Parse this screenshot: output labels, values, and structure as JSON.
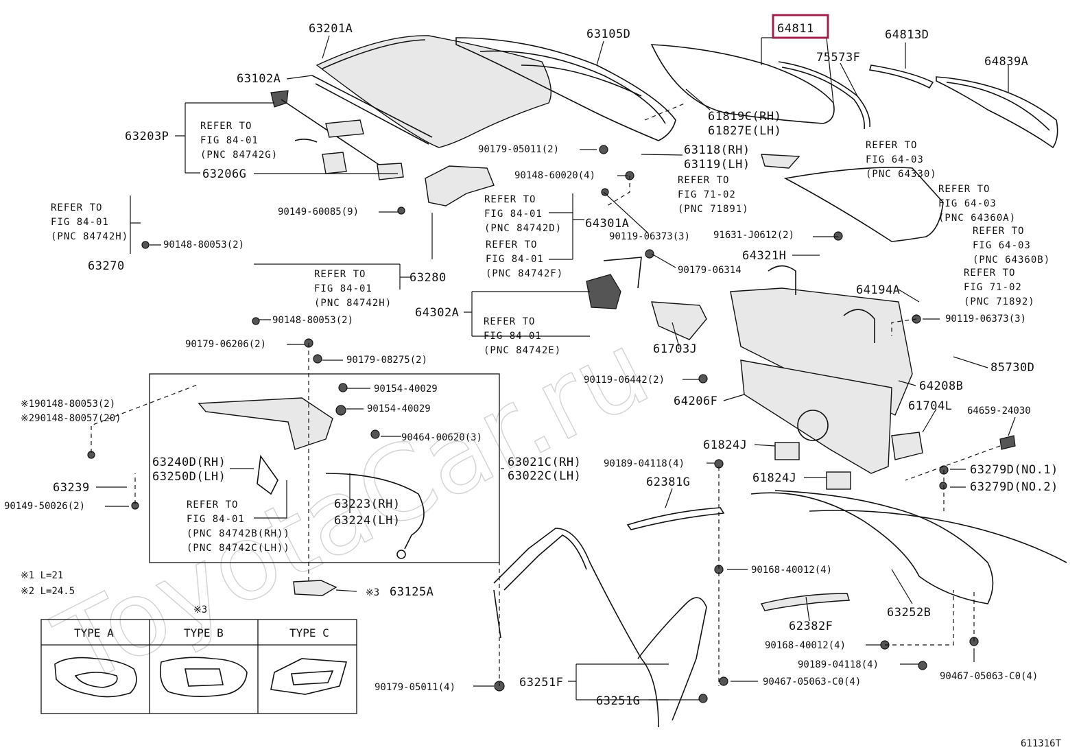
{
  "watermark": "ToyotaCar.ru",
  "figure_code": "611316T",
  "highlight": {
    "part": "64811",
    "color": "#a0214d"
  },
  "footnotes": [
    "※1  L=21",
    "※2  L=24.5"
  ],
  "types_table": {
    "marker": "※3",
    "columns": [
      "TYPE A",
      "TYPE B",
      "TYPE C"
    ]
  },
  "labels": {
    "p63201A": "63201A",
    "p63105D": "63105D",
    "p64811": "64811",
    "p64813D": "64813D",
    "p75573F": "75573F",
    "p64839A": "64839A",
    "p63102A": "63102A",
    "p63203P": "63203P",
    "p63206G": "63206G",
    "p61819C": "61819C(RH)",
    "p61827E": "61827E(LH)",
    "p90179_05011a": "90179-05011(2)",
    "p63118": "63118(RH)",
    "p63119": "63119(LH)",
    "p90148_60020": "90148-60020(4)",
    "p90149_60085": "90149-60085(9)",
    "p90148_80053a": "90148-80053(2)",
    "p63270": "63270",
    "p64301A": "64301A",
    "p90119_06373a": "90119-06373(3)",
    "p91631": "91631-J0612(2)",
    "p64321H": "64321H",
    "p90179_06314": "90179-06314",
    "p63280": "63280",
    "p90148_80053b": "90148-80053(2)",
    "p64302A": "64302A",
    "p64194A": "64194A",
    "p90119_06373b": "90119-06373(3)",
    "p61703J": "61703J",
    "p90179_06206": "90179-06206(2)",
    "p90179_08275": "90179-08275(2)",
    "p85730D": "85730D",
    "p90119_06442": "90119-06442(2)",
    "p64208B": "64208B",
    "p64206F": "64206F",
    "p90154_40029a": "90154-40029",
    "p90154_40029b": "90154-40029",
    "p61704L": "61704L",
    "p64659": "64659-24030",
    "p90148_80053c": "※190148-80053(2)",
    "p90148_80057": "※290148-80057(20)",
    "p90464": "90464-00620(3)",
    "p63240D": "63240D(RH)",
    "p63250D": "63250D(LH)",
    "p63021C": "63021C(RH)",
    "p63022C": "63022C(LH)",
    "p61824Ja": "61824J",
    "p90189_04118a": "90189-04118(4)",
    "p63279D1": "63279D(NO.1)",
    "p63279D2": "63279D(NO.2)",
    "p63239": "63239",
    "p62381G": "62381G",
    "p61824Jb": "61824J",
    "p90149_50026": "90149-50026(2)",
    "p63223": "63223(RH)",
    "p63224": "63224(LH)",
    "p90168_40012a": "90168-40012(4)",
    "p63125A": "63125A",
    "p63125A_marker": "※3",
    "p63252B": "63252B",
    "p62382F": "62382F",
    "p90168_40012b": "90168-40012(4)",
    "p90189_04118b": "90189-04118(4)",
    "p90179_05011b": "90179-05011(4)",
    "p63251F": "63251F",
    "p90467a": "90467-05063-C0(4)",
    "p90467b": "90467-05063-C0(4)",
    "p63251G": "63251G"
  },
  "references": {
    "r1": {
      "refer": "REFER TO",
      "fig": "FIG 84-01",
      "pnc": "(PNC 84742G)"
    },
    "r2": {
      "refer": "REFER TO",
      "fig": "FIG 84-01",
      "pnc": "(PNC 84742H)"
    },
    "r3": {
      "refer": "REFER TO",
      "fig": "FIG 84-01",
      "pnc": "(PNC 84742D)"
    },
    "r4": {
      "refer": "REFER TO",
      "fig": "FIG 84-01",
      "pnc": "(PNC 84742F)"
    },
    "r5": {
      "refer": "REFER TO",
      "fig": "FIG 84-01",
      "pnc": "(PNC 84742H)"
    },
    "r6": {
      "refer": "REFER TO",
      "fig": "FIG 84-01",
      "pnc": "(PNC 84742E)"
    },
    "r7": {
      "refer": "REFER TO",
      "fig": "FIG 84-01",
      "pnc": "(PNC 84742B(RH))",
      "pnc2": "(PNC 84742C(LH))"
    },
    "r8": {
      "refer": "REFER TO",
      "fig": "FIG 64-03",
      "pnc": "(PNC 64330)"
    },
    "r9": {
      "refer": "REFER TO",
      "fig": "FIG 71-02",
      "pnc": "(PNC 71891)"
    },
    "r10": {
      "refer": "REFER TO",
      "fig": "FIG 64-03",
      "pnc": "(PNC 64360A)"
    },
    "r11": {
      "refer": "REFER TO",
      "fig": "FIG 64-03",
      "pnc": "(PNC 64360B)"
    },
    "r12": {
      "refer": "REFER TO",
      "fig": "FIG 71-02",
      "pnc": "(PNC 71892)"
    }
  }
}
